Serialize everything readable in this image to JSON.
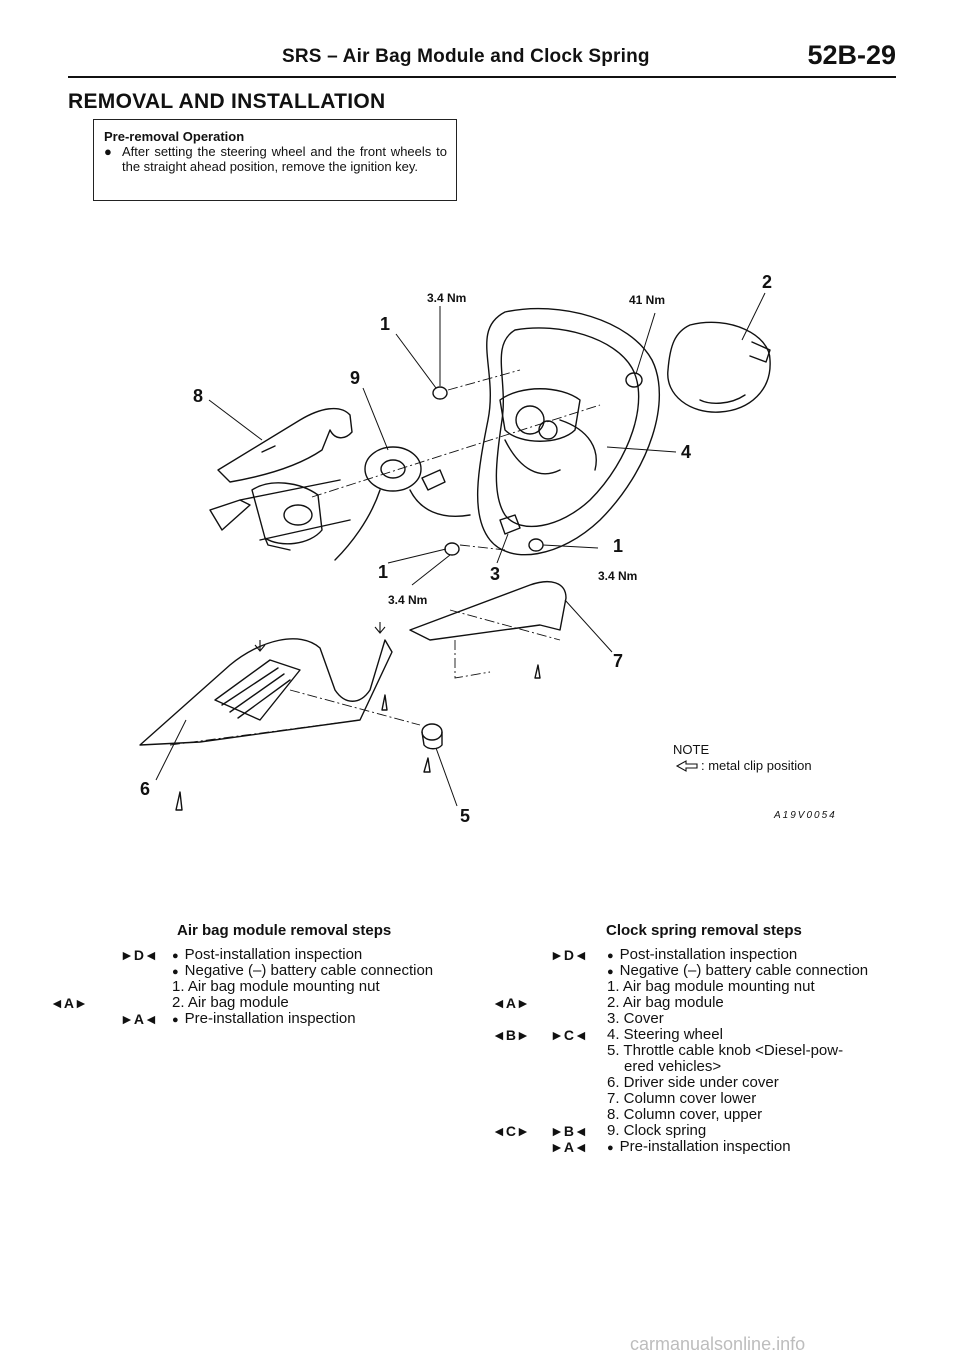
{
  "header": {
    "title": "SRS – Air Bag Module and Clock Spring",
    "page_code": "52B-29"
  },
  "section_title": "REMOVAL AND INSTALLATION",
  "pre_removal": {
    "title": "Pre-removal Operation",
    "bullet": "●",
    "text": "After setting the steering wheel and the front wheels to the straight ahead position, remove the ignition key."
  },
  "figure": {
    "callouts": [
      "1",
      "2",
      "3",
      "4",
      "5",
      "6",
      "7",
      "8",
      "9",
      "1",
      "1"
    ],
    "torques": [
      "3.4 Nm",
      "41 Nm",
      "3.4 Nm",
      "3.4 Nm"
    ],
    "code": "A19V0054",
    "note_title": "NOTE",
    "note_text": ": metal clip position"
  },
  "air_bag_steps": {
    "title": "Air bag module removal steps",
    "rows": [
      {
        "marker": "►D◄",
        "text": "Post-installation inspection",
        "bullet": true
      },
      {
        "marker": "",
        "text": "Negative (–) battery cable connection",
        "bullet": true
      },
      {
        "marker": "",
        "text": "1. Air bag module mounting nut",
        "bullet": false
      },
      {
        "marker": "◄A►",
        "text": "2. Air bag module",
        "bullet": false
      },
      {
        "marker": "►A◄",
        "text": "Pre-installation inspection",
        "bullet": true
      }
    ]
  },
  "clock_spring_steps": {
    "title": "Clock spring removal steps",
    "rows": [
      {
        "rem": "",
        "inst": "►D◄",
        "text": "Post-installation inspection",
        "bullet": true
      },
      {
        "rem": "",
        "inst": "",
        "text": "Negative (–) battery cable connection",
        "bullet": true
      },
      {
        "rem": "",
        "inst": "",
        "text": "1. Air bag module mounting nut",
        "bullet": false
      },
      {
        "rem": "◄A►",
        "inst": "",
        "text": "2. Air bag module",
        "bullet": false
      },
      {
        "rem": "",
        "inst": "",
        "text": "3. Cover",
        "bullet": false
      },
      {
        "rem": "◄B►",
        "inst": "►C◄",
        "text": "4. Steering wheel",
        "bullet": false
      },
      {
        "rem": "",
        "inst": "",
        "text": "5. Throttle cable knob <Diesel-pow-",
        "bullet": false
      },
      {
        "rem": "",
        "inst": "",
        "text": "ered vehicles>",
        "bullet": false,
        "indent": true
      },
      {
        "rem": "",
        "inst": "",
        "text": "6. Driver side under cover",
        "bullet": false
      },
      {
        "rem": "",
        "inst": "",
        "text": "7. Column cover lower",
        "bullet": false
      },
      {
        "rem": "",
        "inst": "",
        "text": "8. Column cover, upper",
        "bullet": false
      },
      {
        "rem": "◄C►",
        "inst": "►B◄",
        "text": "9. Clock spring",
        "bullet": false
      },
      {
        "rem": "",
        "inst": "►A◄",
        "text": "Pre-installation inspection",
        "bullet": true
      }
    ]
  },
  "footer": {
    "watermark": "carmanualsonline.info"
  }
}
